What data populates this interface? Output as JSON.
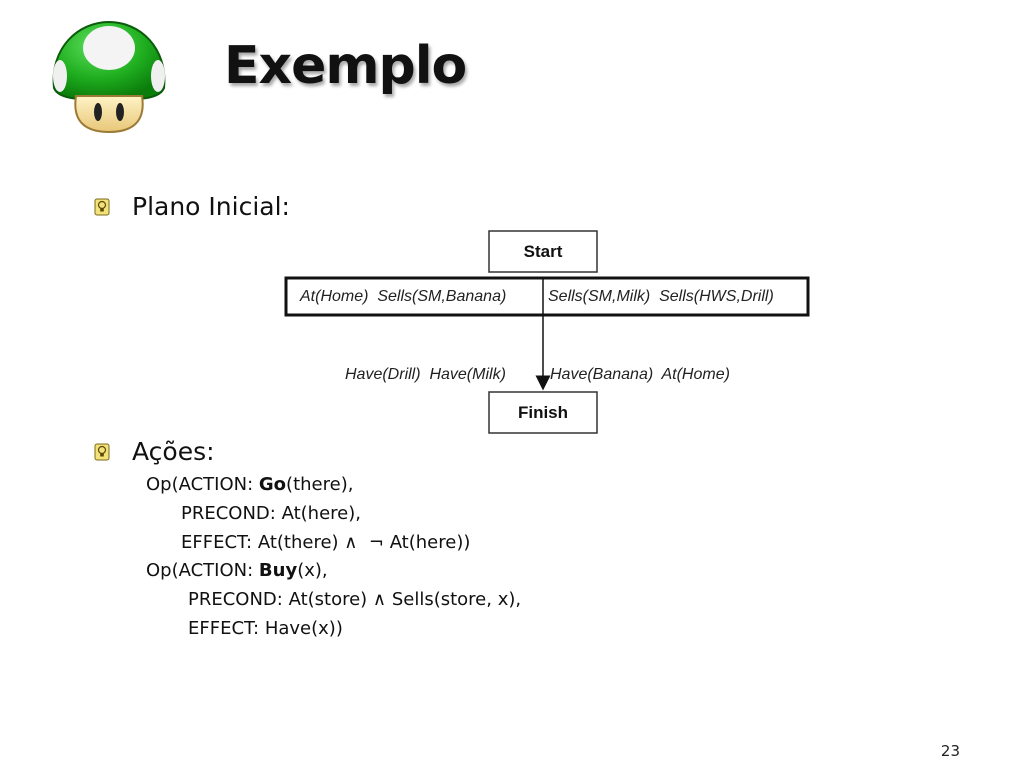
{
  "slide": {
    "title": "Exemplo",
    "page_number": "23"
  },
  "bullets": [
    {
      "text": "Plano Inicial:"
    },
    {
      "text": "Ações:"
    }
  ],
  "diagram": {
    "start_label": "Start",
    "finish_label": "Finish",
    "effects_left": "At(Home)  Sells(SM,Banana)",
    "effects_right": "Sells(SM,Milk)  Sells(HWS,Drill)",
    "preconds_left": "Have(Drill)  Have(Milk)",
    "preconds_right": "Have(Banana)  At(Home)"
  },
  "actions": {
    "go_op": "Op(ACTION: ",
    "go_name": "Go",
    "go_args": "(there),",
    "go_precond": "PRECOND: At(here),",
    "go_effect": "EFFECT: At(there) ∧  ¬ At(here))",
    "buy_op": "Op(ACTION: ",
    "buy_name": "Buy",
    "buy_args": "(x),",
    "buy_precond": "PRECOND: At(store) ∧ Sells(store, x),",
    "buy_effect": "EFFECT: Have(x))"
  },
  "colors": {
    "mushroom_green": "#2db82d",
    "bullet_yellow": "#e8d25a"
  }
}
